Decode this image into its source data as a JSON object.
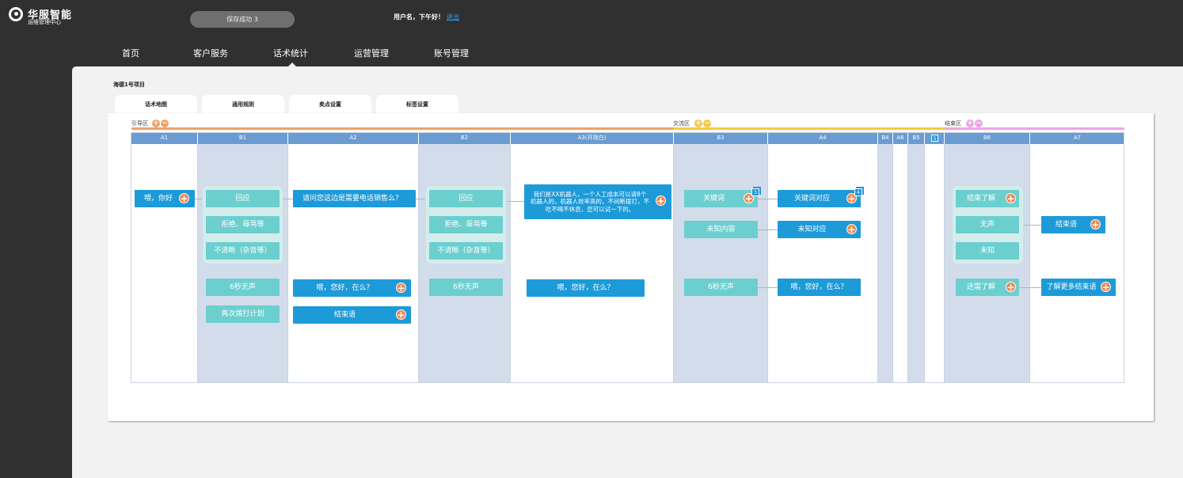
{
  "header": {
    "logo_title": "华服智能",
    "logo_subtitle": "运维管理中心",
    "toast": "保存成功 3",
    "greeting": "用户名，下午好！",
    "logout": "退出"
  },
  "nav": [
    "首页",
    "客户服务",
    "话术统计",
    "运营管理",
    "账号管理"
  ],
  "active_nav": "话术统计",
  "project_title": "海德1号项目",
  "tabs": [
    "话术地图",
    "通用规则",
    "卖点设置",
    "标签设置"
  ],
  "zones": [
    {
      "label": "引导区",
      "color": "#f1a166"
    },
    {
      "label": "交流区",
      "color": "#f5c941"
    },
    {
      "label": "结束区",
      "color": "#f0a3e5"
    }
  ],
  "columns": [
    "A1",
    "B1",
    "A2",
    "B2",
    "A3(开场白)",
    "B3",
    "A4",
    "B4",
    "A6",
    "B5",
    "",
    "B6",
    "A7"
  ],
  "column_badge": "5",
  "nodes": {
    "a1_greet": "喂，你好",
    "b1_respond": "回应",
    "b1_refuse": "拒绝、辱骂等",
    "b1_unclear": "不清晰（杂音等）",
    "b1_silent": "6秒无声",
    "b1_recall": "再次拨打计划",
    "a2_ask": "请问您这边是需要电话销售么？",
    "a2_hello": "喂，您好，在么？",
    "a2_end": "结束语",
    "b2_respond": "回应",
    "b2_refuse": "拒绝、辱骂等",
    "b2_unclear": "不清晰（杂音等）",
    "b2_silent": "6秒无声",
    "a3_intro": "我们是XX机器人，一个人工成本可以请8个机器人的，机器人效率高的，不间断拨打，不吃不喝不休息，您可以试一下的。",
    "a3_hello": "喂，您好，在么？",
    "b3_keyword": "关键词",
    "b3_unknown": "未知内容",
    "b3_silent": "6秒无声",
    "a4_keyword_reply": "关键词对应",
    "a4_unknown_reply": "未知对应",
    "a4_hello": "喂，您好，在么？",
    "b6_end_know": "结束了解",
    "b6_silent": "无声",
    "b6_unknown": "未知",
    "b6_more": "还需了解",
    "a7_end": "结束语",
    "a7_more_end": "了解更多结束语"
  },
  "badges": {
    "b3_keyword": "3",
    "a4_keyword_reply": "4"
  },
  "colors": {
    "accent": "#1d9ad8",
    "teal": "#6ccfcf",
    "column_header": "#6a9bd1",
    "plus": "#f0874e",
    "b_column": "#d3dcea"
  }
}
